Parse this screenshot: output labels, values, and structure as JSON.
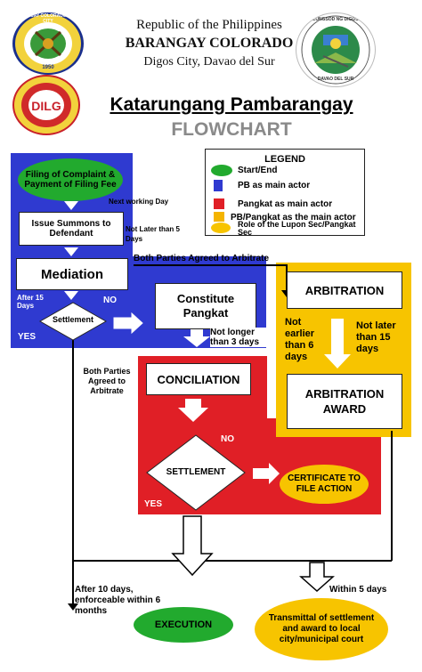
{
  "header": {
    "line1": "Republic of the Philippines",
    "line2": "BARANGAY COLORADO",
    "line3": "Digos City, Davao del Sur",
    "title": "Katarungang Pambarangay",
    "subtitle": "FLOWCHART",
    "seal_left_text": "BARANGAY COLORADO DIGOS CITY",
    "seal_left_year": "1950",
    "seal_right_text": "LUNGSOD NG DIGOS",
    "seal_right_sub": "DAVAO DEL SUR",
    "dilg_text": "DILG"
  },
  "legend": {
    "title": "LEGEND",
    "items": [
      {
        "label": "Start/End",
        "color": "#22aa2e"
      },
      {
        "label": "PB as main actor",
        "color": "#2f3ad0"
      },
      {
        "label": "Pangkat as main actor",
        "color": "#e01f26"
      },
      {
        "label": "PB/Pangkat as the main actor",
        "color": "#f4b400"
      },
      {
        "label": "Role of the Lupon Sec/Pangkat Sec",
        "color": "#f7c400"
      }
    ]
  },
  "nodes": {
    "filing": "Filing of Complaint & Payment of Filing Fee",
    "summons": "Issue Summons to Defendant",
    "mediation": "Mediation",
    "settlement1": "Settlement",
    "constitute": "Constitute Pangkat",
    "arbitration": "ARBITRATION",
    "arbitration_award": "ARBITRATION AWARD",
    "conciliation": "CONCILIATION",
    "settlement2": "SETTLEMENT",
    "certificate": "CERTIFICATE TO FILE ACTION",
    "execution": "EXECUTION",
    "transmittal": "Transmittal of settlement and award to local city/municipal court"
  },
  "labels": {
    "next_working_day": "Next working Day",
    "not_later_5": "Not Later than 5 Days",
    "both_agreed_top": "Both Parties Agreed to Arbitrate",
    "after_15": "After 15 Days",
    "no1": "NO",
    "yes1": "YES",
    "not_longer_3": "Not longer than 3 days",
    "not_earlier_6": "Not earlier than 6 days",
    "not_later_15": "Not later than 15 days",
    "both_agreed_left": "Both Parties Agreed to Arbitrate",
    "no2": "NO",
    "yes2": "YES",
    "after_10": "After 10 days, enforceable within 6 months",
    "within_5": "Within 5 days"
  },
  "colors": {
    "blue": "#2f3ad0",
    "red": "#e01f26",
    "yellow": "#f7c400",
    "green": "#22aa2e",
    "title_gray": "#8a8a8a"
  }
}
